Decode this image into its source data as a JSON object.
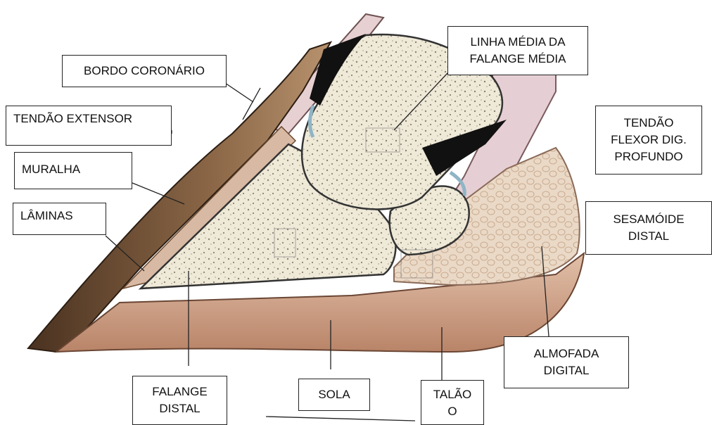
{
  "diagram": {
    "labels": {
      "bordo_coronario": "BORDO CORONÁRIO",
      "tendao_extensor": "TENDÃO EXTENSOR",
      "muralha": "MURALHA",
      "laminas": "LÂMINAS",
      "falange_distal": "FALANGE\nDISTAL",
      "sola": "SOLA",
      "talao": "TALÃO\nO",
      "linha_media": "LINHA MÉDIA DA\nFALANGE MÉDIA",
      "tendao_flexor": "TENDÃO\nFLEXOR DIG.\nPROFUNDO",
      "sesamoide": "SESAMÓIDE\nDISTAL",
      "almofada": "ALMOFADA\nDIGITAL"
    },
    "colors": {
      "hoof_wall": "#6b4a30",
      "sole": "#c89a80",
      "bone": "#efe9d8",
      "cushion": "#ead9c6",
      "tendon": "#e6cfd4",
      "cavity": "#111111",
      "cartilage": "#8fb5c6"
    }
  }
}
